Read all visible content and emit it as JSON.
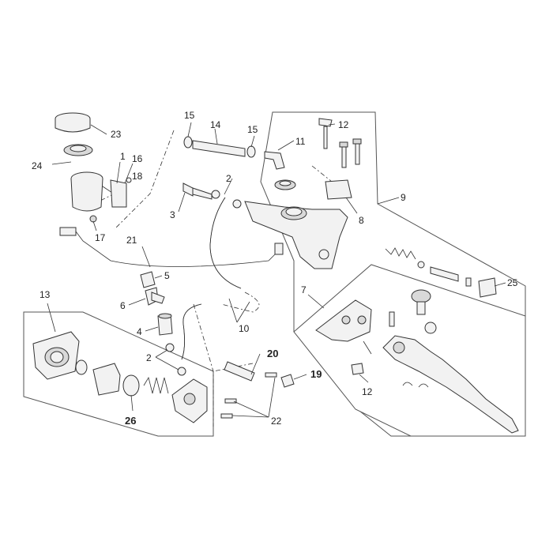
{
  "diagram": {
    "callouts": [
      {
        "id": "c1",
        "text": "1",
        "bold": false
      },
      {
        "id": "c2a",
        "text": "2",
        "bold": false
      },
      {
        "id": "c2b",
        "text": "2",
        "bold": false
      },
      {
        "id": "c3",
        "text": "3",
        "bold": false
      },
      {
        "id": "c4",
        "text": "4",
        "bold": false
      },
      {
        "id": "c5",
        "text": "5",
        "bold": false
      },
      {
        "id": "c6",
        "text": "6",
        "bold": false
      },
      {
        "id": "c7",
        "text": "7",
        "bold": false
      },
      {
        "id": "c8",
        "text": "8",
        "bold": false
      },
      {
        "id": "c9",
        "text": "9",
        "bold": false
      },
      {
        "id": "c10",
        "text": "10",
        "bold": false
      },
      {
        "id": "c11",
        "text": "11",
        "bold": false
      },
      {
        "id": "c12a",
        "text": "12",
        "bold": false
      },
      {
        "id": "c12b",
        "text": "12",
        "bold": false
      },
      {
        "id": "c13",
        "text": "13",
        "bold": false
      },
      {
        "id": "c14",
        "text": "14",
        "bold": false
      },
      {
        "id": "c15a",
        "text": "15",
        "bold": false
      },
      {
        "id": "c15b",
        "text": "15",
        "bold": false
      },
      {
        "id": "c16",
        "text": "16",
        "bold": false
      },
      {
        "id": "c17",
        "text": "17",
        "bold": false
      },
      {
        "id": "c18",
        "text": "18",
        "bold": false
      },
      {
        "id": "c19",
        "text": "19",
        "bold": true
      },
      {
        "id": "c20",
        "text": "20",
        "bold": true
      },
      {
        "id": "c21",
        "text": "21",
        "bold": false
      },
      {
        "id": "c22",
        "text": "22",
        "bold": false
      },
      {
        "id": "c23",
        "text": "23",
        "bold": false
      },
      {
        "id": "c24",
        "text": "24",
        "bold": false
      },
      {
        "id": "c25",
        "text": "25",
        "bold": false
      },
      {
        "id": "c26",
        "text": "26",
        "bold": true
      }
    ]
  }
}
